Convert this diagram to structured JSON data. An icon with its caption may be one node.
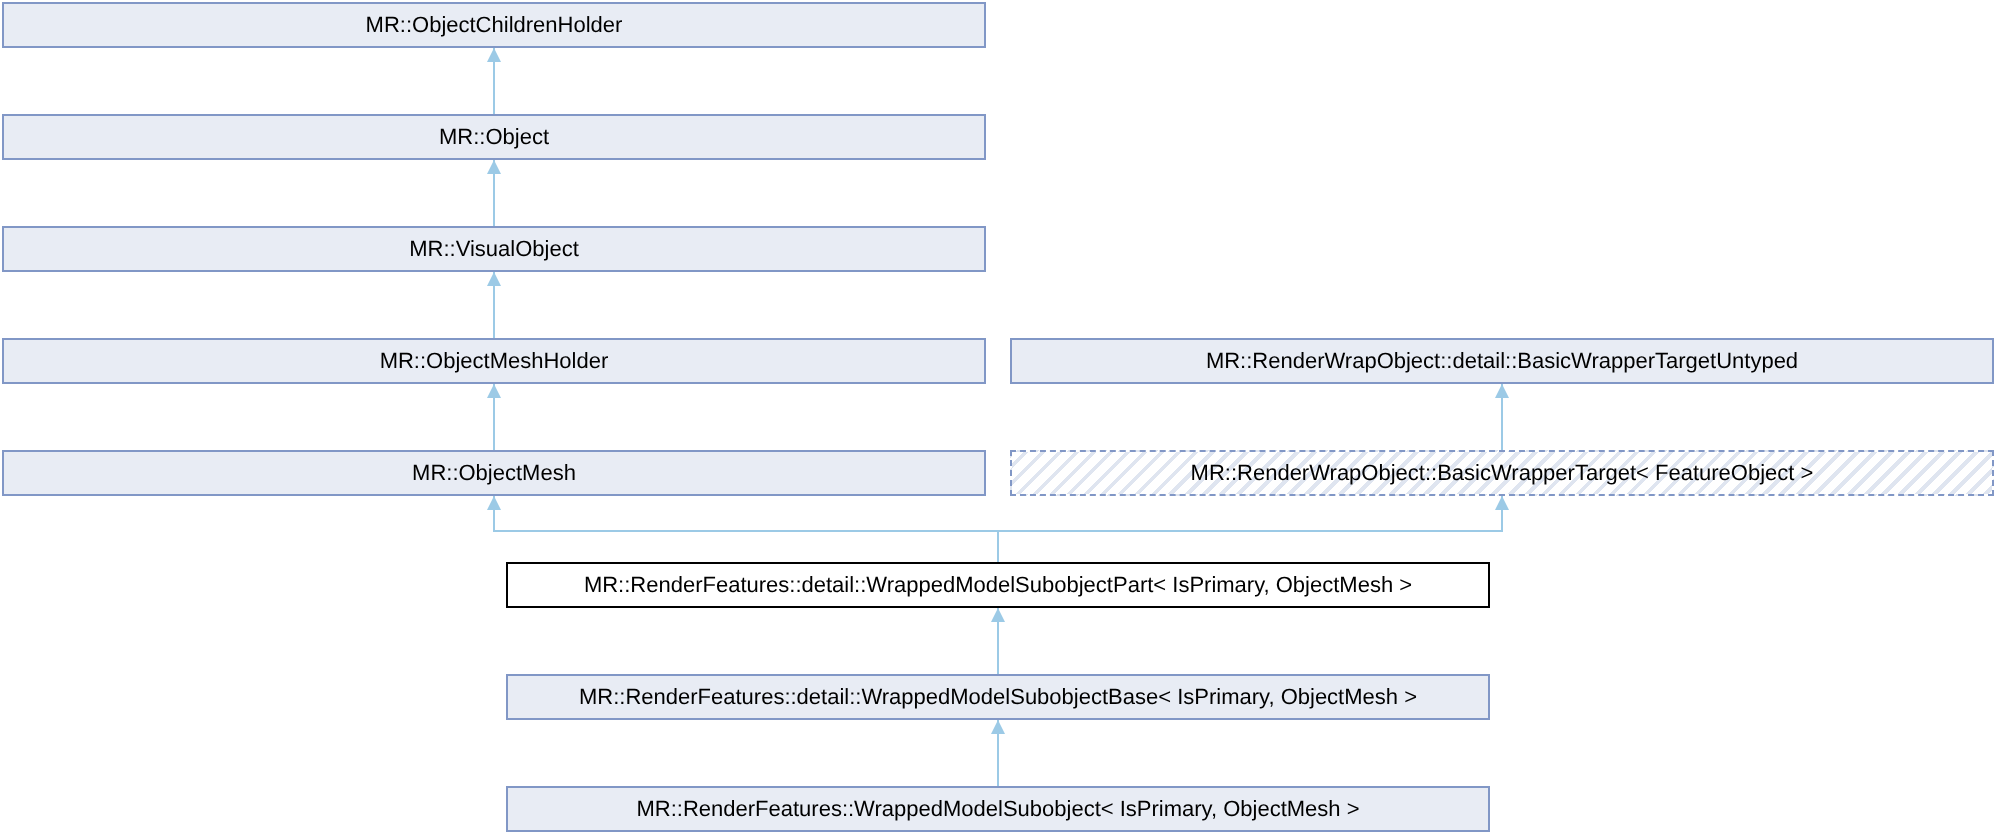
{
  "diagram": {
    "nodes": [
      {
        "text": [
          "MR::ObjectChildrenHolder"
        ]
      },
      {
        "text": [
          "MR::Object"
        ]
      },
      {
        "text": [
          "MR::VisualObject"
        ]
      },
      {
        "text": [
          "MR::ObjectMeshHolder"
        ]
      },
      {
        "text": [
          "MR::RenderWrapObject::detail::BasicWrapperTargetUntyped"
        ]
      },
      {
        "text": [
          "MR::ObjectMesh"
        ]
      },
      {
        "text": [
          "MR::RenderWrapObject::BasicWrapperTarget< FeatureObject >"
        ]
      },
      {
        "text": [
          "MR::RenderFeatures::detail::WrappedModelSubobjectPart< IsPrimary, ObjectMesh >"
        ]
      },
      {
        "text": [
          "MR::RenderFeatures::detail::WrappedModelSubobjectBase< IsPrimary, ObjectMesh >"
        ]
      },
      {
        "text": [
          "MR::RenderFeatures::WrappedModelSubobject< IsPrimary, ObjectMesh >"
        ]
      }
    ],
    "edges": [
      {
        "from": 1,
        "to": 0,
        "arrow": "to"
      },
      {
        "from": 2,
        "to": 1,
        "arrow": "to"
      },
      {
        "from": 3,
        "to": 2,
        "arrow": "to"
      },
      {
        "from": 5,
        "to": 3,
        "arrow": "to"
      },
      {
        "from": 6,
        "to": 4,
        "arrow": "to"
      },
      {
        "from": 7,
        "to": 5,
        "arrow": "to"
      },
      {
        "from": 7,
        "to": 6,
        "arrow": "to"
      },
      {
        "from": 8,
        "to": 7,
        "arrow": "to"
      },
      {
        "from": 9,
        "to": 8,
        "arrow": "to"
      }
    ]
  }
}
